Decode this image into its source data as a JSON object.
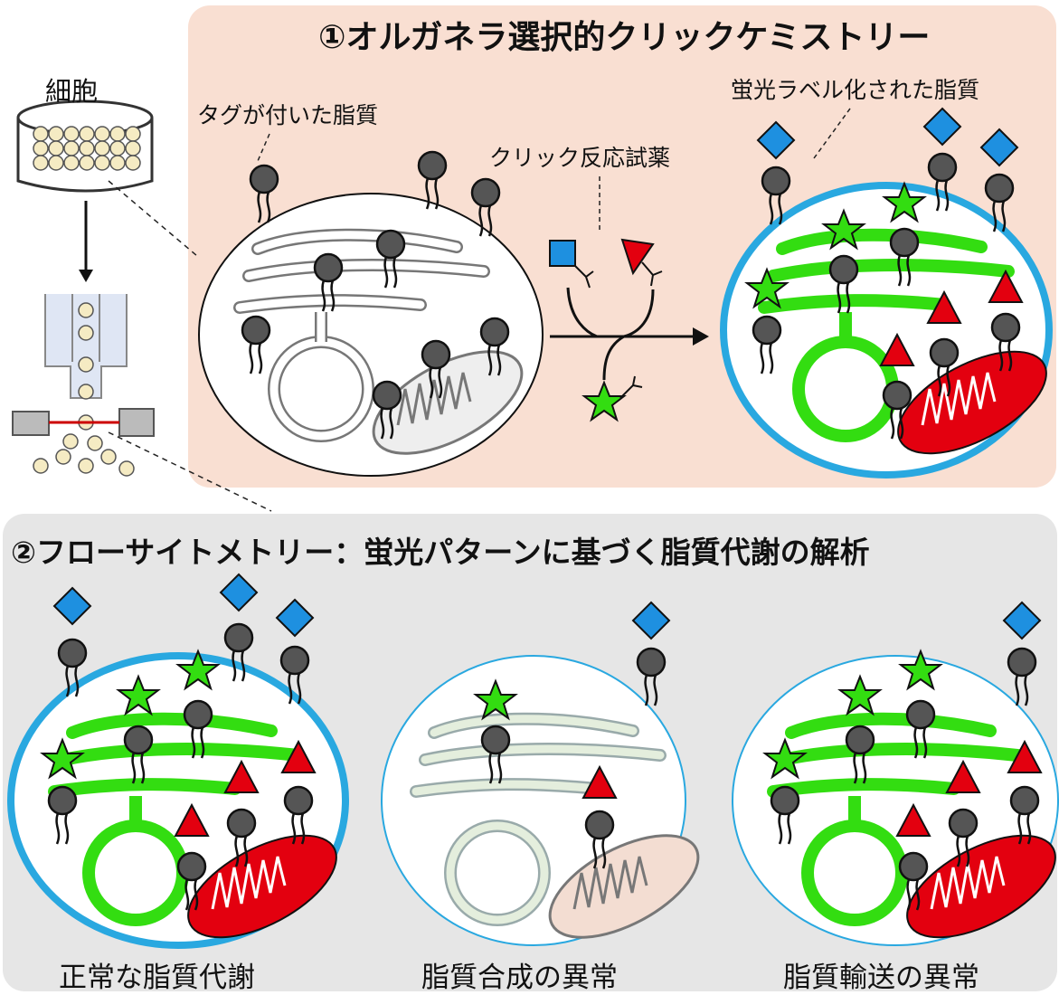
{
  "panel1": {
    "title": "①オルガネラ選択的クリックケミストリー",
    "bg_color": "#f9dfd2",
    "tagged_lipid_label": "タグが付いた脂質",
    "reagent_label": "クリック反応試薬",
    "labeled_lipid_label": "蛍光ラベル化された脂質"
  },
  "cell_label": "細胞",
  "panel2": {
    "title": "②フローサイトメトリー：蛍光パターンに基づく脂質代謝の解析",
    "bg_color": "#e6e6e6",
    "captions": [
      "正常な脂質代謝",
      "脂質合成の異常",
      "脂質輸送の異常"
    ]
  },
  "colors": {
    "green": "#33dd11",
    "red": "#e3000f",
    "blue": "#1e90e0",
    "cyan_membrane": "#29a8e0",
    "lipid_head": "#555555",
    "cell_bead": "#f5ebc3"
  }
}
